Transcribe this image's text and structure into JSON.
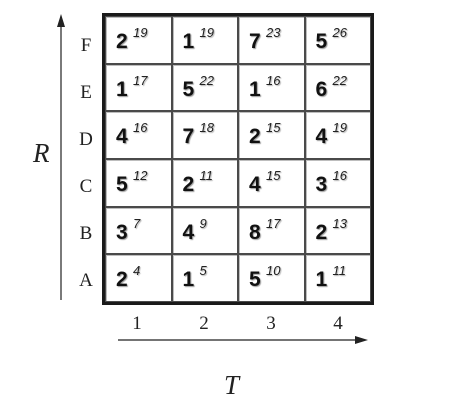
{
  "axes": {
    "vertical_title": "R",
    "horizontal_title": "T"
  },
  "row_labels": [
    "F",
    "E",
    "D",
    "C",
    "B",
    "A"
  ],
  "col_labels": [
    "1",
    "2",
    "3",
    "4"
  ],
  "rows": [
    [
      {
        "value": "2",
        "sup": "19"
      },
      {
        "value": "1",
        "sup": "19"
      },
      {
        "value": "7",
        "sup": "23"
      },
      {
        "value": "5",
        "sup": "26"
      }
    ],
    [
      {
        "value": "1",
        "sup": "17"
      },
      {
        "value": "5",
        "sup": "22"
      },
      {
        "value": "1",
        "sup": "16"
      },
      {
        "value": "6",
        "sup": "22"
      }
    ],
    [
      {
        "value": "4",
        "sup": "16"
      },
      {
        "value": "7",
        "sup": "18"
      },
      {
        "value": "2",
        "sup": "15"
      },
      {
        "value": "4",
        "sup": "19"
      }
    ],
    [
      {
        "value": "5",
        "sup": "12"
      },
      {
        "value": "2",
        "sup": "11"
      },
      {
        "value": "4",
        "sup": "15"
      },
      {
        "value": "3",
        "sup": "16"
      }
    ],
    [
      {
        "value": "3",
        "sup": "7"
      },
      {
        "value": "4",
        "sup": "9"
      },
      {
        "value": "8",
        "sup": "17"
      },
      {
        "value": "2",
        "sup": "13"
      }
    ],
    [
      {
        "value": "2",
        "sup": "4"
      },
      {
        "value": "1",
        "sup": "5"
      },
      {
        "value": "5",
        "sup": "10"
      },
      {
        "value": "1",
        "sup": "11"
      }
    ]
  ]
}
